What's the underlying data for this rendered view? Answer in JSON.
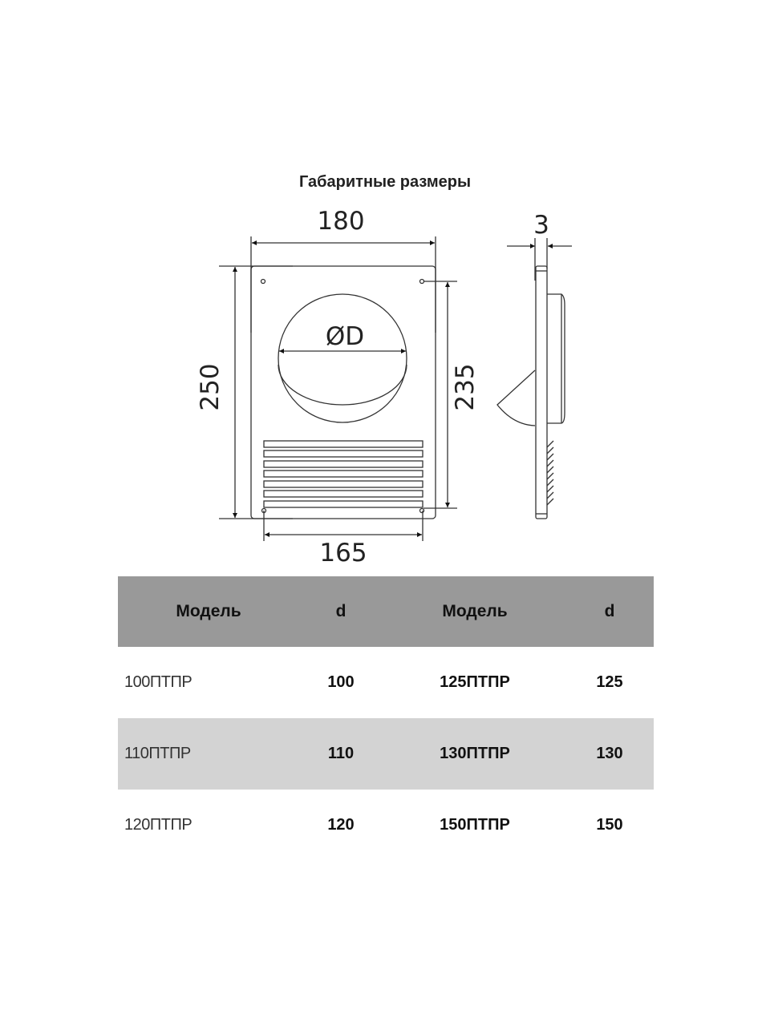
{
  "title": "Габаритные размеры",
  "drawing": {
    "width_label": "180",
    "height_label": "250",
    "hole_spacing_vertical_label": "235",
    "hole_spacing_horizontal_label": "165",
    "diameter_label": "ØD",
    "thickness_label": "3"
  },
  "table": {
    "headers": [
      "Модель",
      "d",
      "Модель",
      "d"
    ],
    "rows": [
      [
        "100ПТПР",
        "100",
        "125ПТПР",
        "125"
      ],
      [
        "110ПТПР",
        "110",
        "130ПТПР",
        "130"
      ],
      [
        "120ПТПР",
        "120",
        "150ПТПР",
        "150"
      ]
    ],
    "header_color": "#999999",
    "alt_row_color": "#d3d3d3"
  }
}
